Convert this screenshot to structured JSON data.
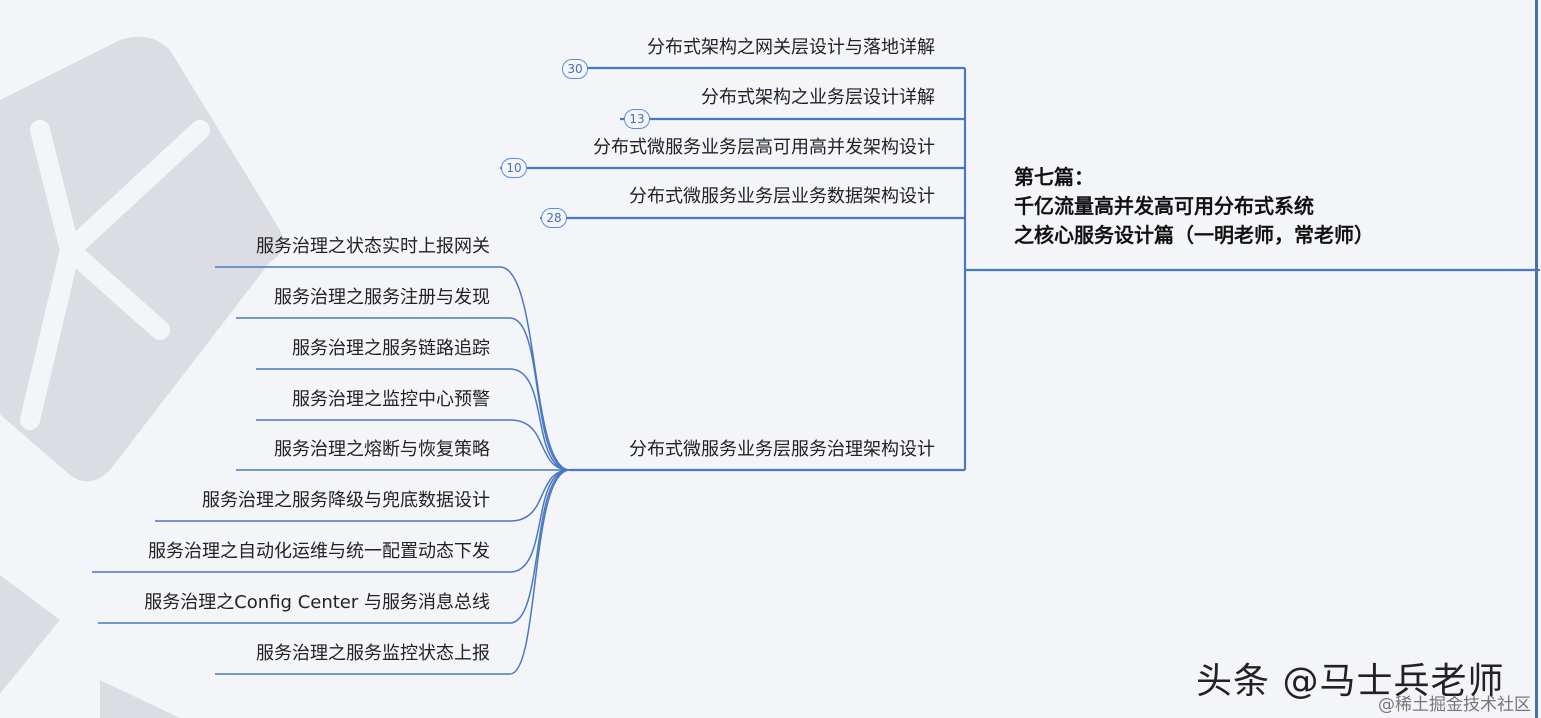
{
  "root": {
    "line1": "第七篇：",
    "line2": "千亿流量高并发高可用分布式系统",
    "line3": "之核心服务设计篇（一明老师，常老师）"
  },
  "branches": [
    {
      "label": "分布式架构之网关层设计与落地详解",
      "badge": "30"
    },
    {
      "label": "分布式架构之业务层设计详解",
      "badge": "13"
    },
    {
      "label": "分布式微服务业务层高可用高并发架构设计",
      "badge": "10"
    },
    {
      "label": "分布式微服务业务层业务数据架构设计",
      "badge": "28"
    },
    {
      "label": "分布式微服务业务层服务治理架构设计",
      "badge": ""
    }
  ],
  "governance_children": [
    "服务治理之状态实时上报网关",
    "服务治理之服务注册与发现",
    "服务治理之服务链路追踪",
    "服务治理之监控中心预警",
    "服务治理之熔断与恢复策略",
    "服务治理之服务降级与兜底数据设计",
    "服务治理之自动化运维与统一配置动态下发",
    "服务治理之Config Center 与服务消息总线",
    "服务治理之服务监控状态上报"
  ],
  "footer": {
    "brand": "头条 @马士兵老师",
    "community": "@稀土掘金技术社区"
  },
  "colors": {
    "line": "#4a78c0",
    "background": "#f4f5f9",
    "watermark": "#d9dbe0"
  }
}
